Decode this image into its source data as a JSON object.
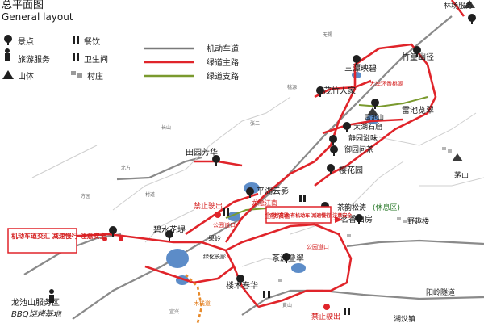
{
  "header": {
    "title_cn": "总平面图",
    "title_en": "General layout"
  },
  "legend": {
    "scenic_spot": "景点",
    "dining": "餐饮",
    "tourist_service": "旅游服务",
    "restroom": "卫生间",
    "mountain": "山体",
    "village": "村庄",
    "motor_road": "机动车道",
    "greenway_main": "绿道主路",
    "greenway_branch": "绿道支路"
  },
  "labels": {
    "linchang_service": "林场服务",
    "zhuhuang": "竹篁幽径",
    "santan": "三潭映碧",
    "dahexiang": "大岸环香桃源",
    "maozhu": "茂竹人家",
    "leichishan": "雷池山",
    "leichi_view": "雷池览翠",
    "taihu_stone": "太湖石窟",
    "jingyuan": "静园滋味",
    "yuyuan_tea": "御园问茶",
    "maoshan": "茅山",
    "tiantian": "田园芳华",
    "yinghua": "樱花园",
    "pinghu": "平湖云影",
    "longyin": "龙隐江南",
    "jinjia": "金家农舍",
    "chayun": "茶韵松涛",
    "rest_area": "(休息区)",
    "bishui": "碧水花堤",
    "guoyuan_top": "公园道口",
    "guoyuan_bottom": "公园道口",
    "no_entry_top": "禁止驶出",
    "no_entry_bottom": "禁止驶出",
    "guoling": "果岭",
    "lvhuachang": "绿化长廊",
    "mingchatan": "茗香山房",
    "yequ": "野趣楼",
    "chazhou": "茶洲叠翠",
    "zhuanchun": "楼木春华",
    "longchi_service": "龙池山服务区",
    "bbq": "BBQ烧烤基地",
    "yangling": "阳岭隧道",
    "huhan": "湖㳇镇",
    "warning_1": "机动车道交汇 减速慢行 注意安全",
    "warning_2": "农村道路 有机动车 减速慢行 注意安全",
    "village_road": "村道",
    "mudao": "木栈道",
    "yixing": "宜兴",
    "huangshan": "黄山",
    "wuxi": "无锡",
    "taoyuan": "桃源",
    "changshan": "长山",
    "bei_fang": "北方",
    "zhang_er": "张二",
    "fangyuan": "方园"
  },
  "colors": {
    "greenway_main": "#e0242a",
    "greenway_branch": "#7a9a2e",
    "motor_road": "#7a7a7a",
    "lake": "#5c8cc8",
    "text_red": "#d42020",
    "area_border": "#c8c8c8"
  }
}
